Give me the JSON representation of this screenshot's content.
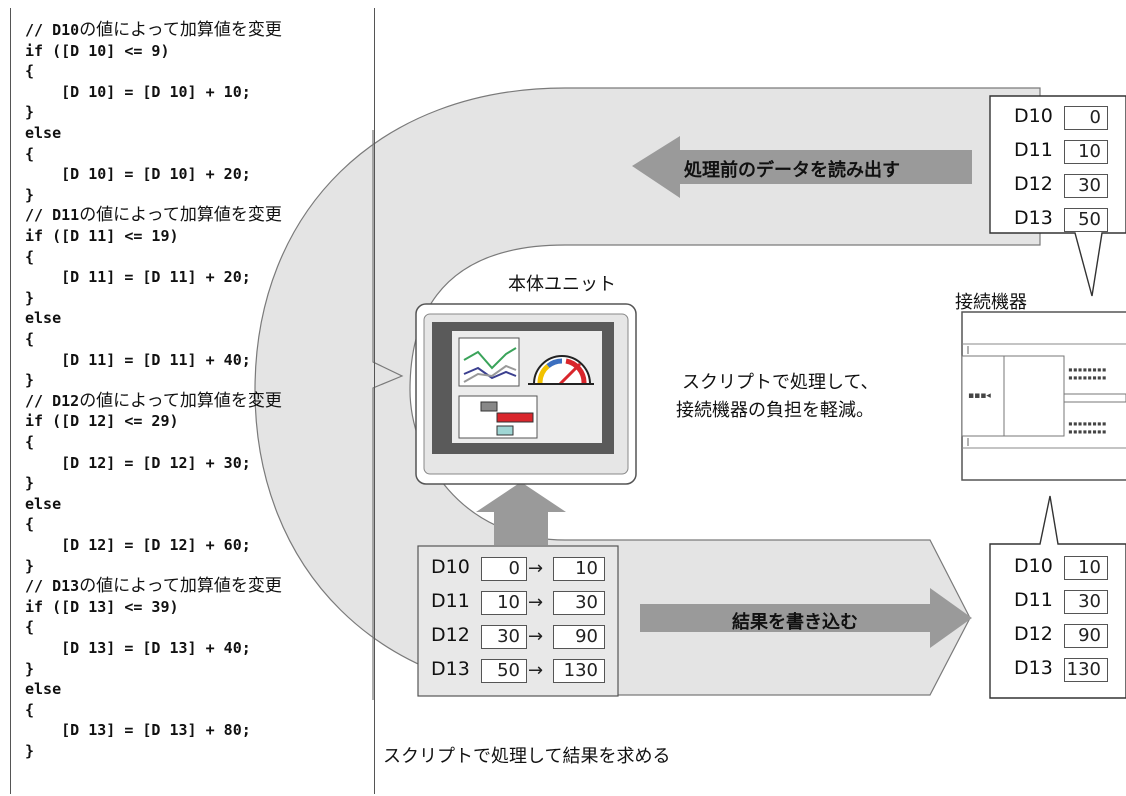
{
  "code": {
    "lines": [
      {
        "code": "// D10",
        "jp": "の値によって加算値を変更"
      },
      {
        "code": "if ([D 10] <= 9)",
        "jp": ""
      },
      {
        "code": "{",
        "jp": ""
      },
      {
        "code": "    [D 10] = [D 10] + 10;",
        "jp": ""
      },
      {
        "code": "}",
        "jp": ""
      },
      {
        "code": "else",
        "jp": ""
      },
      {
        "code": "{",
        "jp": ""
      },
      {
        "code": "    [D 10] = [D 10] + 20;",
        "jp": ""
      },
      {
        "code": "}",
        "jp": ""
      },
      {
        "code": "// D11",
        "jp": "の値によって加算値を変更"
      },
      {
        "code": "if ([D 11] <= 19)",
        "jp": ""
      },
      {
        "code": "{",
        "jp": ""
      },
      {
        "code": "    [D 11] = [D 11] + 20;",
        "jp": ""
      },
      {
        "code": "}",
        "jp": ""
      },
      {
        "code": "else",
        "jp": ""
      },
      {
        "code": "{",
        "jp": ""
      },
      {
        "code": "    [D 11] = [D 11] + 40;",
        "jp": ""
      },
      {
        "code": "}",
        "jp": ""
      },
      {
        "code": "// D12",
        "jp": "の値によって加算値を変更"
      },
      {
        "code": "if ([D 12] <= 29)",
        "jp": ""
      },
      {
        "code": "{",
        "jp": ""
      },
      {
        "code": "    [D 12] = [D 12] + 30;",
        "jp": ""
      },
      {
        "code": "}",
        "jp": ""
      },
      {
        "code": "else",
        "jp": ""
      },
      {
        "code": "{",
        "jp": ""
      },
      {
        "code": "    [D 12] = [D 12] + 60;",
        "jp": ""
      },
      {
        "code": "}",
        "jp": ""
      },
      {
        "code": "// D13",
        "jp": "の値によって加算値を変更"
      },
      {
        "code": "if ([D 13] <= 39)",
        "jp": ""
      },
      {
        "code": "{",
        "jp": ""
      },
      {
        "code": "    [D 13] = [D 13] + 40;",
        "jp": ""
      },
      {
        "code": "}",
        "jp": ""
      },
      {
        "code": "else",
        "jp": ""
      },
      {
        "code": "{",
        "jp": ""
      },
      {
        "code": "    [D 13] = [D 13] + 80;",
        "jp": ""
      },
      {
        "code": "}",
        "jp": ""
      }
    ]
  },
  "labels": {
    "read_arrow": "処理前のデータを読み出す",
    "write_arrow": "結果を書き込む",
    "main_unit": "本体ユニット",
    "device": "接続機器",
    "script_note_line1": "スクリプトで処理して、",
    "script_note_line2": "接続機器の負担を軽減。",
    "caption": "スクリプトで処理して結果を求める"
  },
  "registers_before": [
    {
      "name": "D10",
      "value": "0"
    },
    {
      "name": "D11",
      "value": "10"
    },
    {
      "name": "D12",
      "value": "30"
    },
    {
      "name": "D13",
      "value": "50"
    }
  ],
  "registers_calc": [
    {
      "name": "D10",
      "from": "0",
      "to": "10"
    },
    {
      "name": "D11",
      "from": "10",
      "to": "30"
    },
    {
      "name": "D12",
      "from": "30",
      "to": "90"
    },
    {
      "name": "D13",
      "from": "50",
      "to": "130"
    }
  ],
  "registers_after": [
    {
      "name": "D10",
      "value": "10"
    },
    {
      "name": "D11",
      "value": "30"
    },
    {
      "name": "D12",
      "value": "90"
    },
    {
      "name": "D13",
      "value": "130"
    }
  ],
  "arrow_symbol": "→",
  "colors": {
    "flow_band": "#e3e3e3",
    "arrow_gray": "#9a9a9a",
    "bar_red": "#d9262c",
    "chart_green": "#3aa35a",
    "chart_blue": "#3b3f8f"
  }
}
